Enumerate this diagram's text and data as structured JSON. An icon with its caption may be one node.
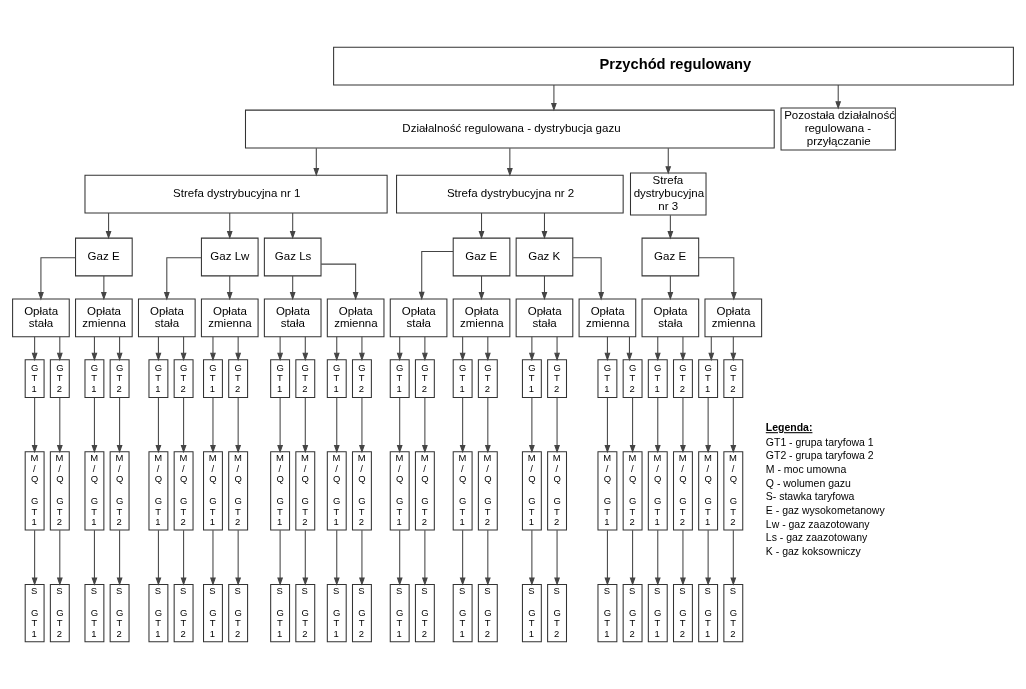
{
  "diagram": {
    "nodes": [
      {
        "text": [
          "Przychód regulowany"
        ]
      },
      {
        "text": [
          "Działalność regulowana - dystrybucja gazu"
        ]
      },
      {
        "text": [
          "Pozostała działalność regulowana - przyłączanie"
        ]
      },
      {
        "text": [
          "Strefa dystrybucyjna nr 1"
        ]
      },
      {
        "text": [
          "Strefa dystrybucyjna nr 2"
        ]
      },
      {
        "text": [
          "Strefa dystrybucyjna nr 3"
        ]
      },
      {
        "text": [
          "Gaz E"
        ]
      },
      {
        "text": [
          "Gaz Lw"
        ]
      },
      {
        "text": [
          "Gaz Ls"
        ]
      },
      {
        "text": [
          "Gaz E"
        ]
      },
      {
        "text": [
          "Gaz K"
        ]
      },
      {
        "text": [
          "Gaz E"
        ]
      },
      {
        "text": [
          "Opłata stała"
        ]
      },
      {
        "text": [
          "Opłata zmienna"
        ]
      },
      {
        "text": [
          "Opłata stała"
        ]
      },
      {
        "text": [
          "Opłata zmienna"
        ]
      },
      {
        "text": [
          "Opłata stała"
        ]
      },
      {
        "text": [
          "Opłata zmienna"
        ]
      },
      {
        "text": [
          "Opłata stała"
        ]
      },
      {
        "text": [
          "Opłata zmienna"
        ]
      },
      {
        "text": [
          "Opłata stała"
        ]
      },
      {
        "text": [
          "Opłata zmienna"
        ]
      },
      {
        "text": [
          "Opłata stała"
        ]
      },
      {
        "text": [
          "Opłata zmienna"
        ]
      },
      {
        "text": [
          "G T 1"
        ]
      },
      {
        "text": [
          "G T 2"
        ]
      },
      {
        "text": [
          "G T 1"
        ]
      },
      {
        "text": [
          "G T 2"
        ]
      },
      {
        "text": [
          "G T 1"
        ]
      },
      {
        "text": [
          "G T 2"
        ]
      },
      {
        "text": [
          "G T 1"
        ]
      },
      {
        "text": [
          "G T 2"
        ]
      },
      {
        "text": [
          "G T 1"
        ]
      },
      {
        "text": [
          "G T 2"
        ]
      },
      {
        "text": [
          "G T 1"
        ]
      },
      {
        "text": [
          "G T 2"
        ]
      },
      {
        "text": [
          "G T 1"
        ]
      },
      {
        "text": [
          "G T 2"
        ]
      },
      {
        "text": [
          "G T 1"
        ]
      },
      {
        "text": [
          "G T 2"
        ]
      },
      {
        "text": [
          "G T 1"
        ]
      },
      {
        "text": [
          "G T 2"
        ]
      },
      {
        "text": [
          "G T 1"
        ]
      },
      {
        "text": [
          "G T 2"
        ]
      },
      {
        "text": [
          "G T 1"
        ]
      },
      {
        "text": [
          "G T 2"
        ]
      },
      {
        "text": [
          "G T 1"
        ]
      },
      {
        "text": [
          "G T 2"
        ]
      },
      {
        "text": [
          "M / Q",
          "G T 1"
        ]
      },
      {
        "text": [
          "M / Q",
          "G T 2"
        ]
      },
      {
        "text": [
          "M / Q",
          "G T 1"
        ]
      },
      {
        "text": [
          "M / Q",
          "G T 2"
        ]
      },
      {
        "text": [
          "M / Q",
          "G T 1"
        ]
      },
      {
        "text": [
          "M / Q",
          "G T 2"
        ]
      },
      {
        "text": [
          "M / Q",
          "G T 1"
        ]
      },
      {
        "text": [
          "M / Q",
          "G T 2"
        ]
      },
      {
        "text": [
          "M / Q",
          "G T 1"
        ]
      },
      {
        "text": [
          "M / Q",
          "G T 2"
        ]
      },
      {
        "text": [
          "M / Q",
          "G T 1"
        ]
      },
      {
        "text": [
          "M / Q",
          "G T 2"
        ]
      },
      {
        "text": [
          "M / Q",
          "G T 1"
        ]
      },
      {
        "text": [
          "M / Q",
          "G T 2"
        ]
      },
      {
        "text": [
          "M / Q",
          "G T 1"
        ]
      },
      {
        "text": [
          "M / Q",
          "G T 2"
        ]
      },
      {
        "text": [
          "M / Q",
          "G T 1"
        ]
      },
      {
        "text": [
          "M / Q",
          "G T 2"
        ]
      },
      {
        "text": [
          "M / Q",
          "G T 1"
        ]
      },
      {
        "text": [
          "M / Q",
          "G T 2"
        ]
      },
      {
        "text": [
          "M / Q",
          "G T 1"
        ]
      },
      {
        "text": [
          "M / Q",
          "G T 2"
        ]
      },
      {
        "text": [
          "M / Q",
          "G T 1"
        ]
      },
      {
        "text": [
          "M / Q",
          "G T 2"
        ]
      },
      {
        "text": [
          "S",
          "G T 1"
        ]
      },
      {
        "text": [
          "S",
          "G T 2"
        ]
      },
      {
        "text": [
          "S",
          "G T 1"
        ]
      },
      {
        "text": [
          "S",
          "G T 2"
        ]
      },
      {
        "text": [
          "S",
          "G T 1"
        ]
      },
      {
        "text": [
          "S",
          "G T 2"
        ]
      },
      {
        "text": [
          "S",
          "G T 1"
        ]
      },
      {
        "text": [
          "S",
          "G T 2"
        ]
      },
      {
        "text": [
          "S",
          "G T 1"
        ]
      },
      {
        "text": [
          "S",
          "G T 2"
        ]
      },
      {
        "text": [
          "S",
          "G T 1"
        ]
      },
      {
        "text": [
          "S",
          "G T 2"
        ]
      },
      {
        "text": [
          "S",
          "G T 1"
        ]
      },
      {
        "text": [
          "S",
          "G T 2"
        ]
      },
      {
        "text": [
          "S",
          "G T 1"
        ]
      },
      {
        "text": [
          "S",
          "G T 2"
        ]
      },
      {
        "text": [
          "S",
          "G T 1"
        ]
      },
      {
        "text": [
          "S",
          "G T 2"
        ]
      },
      {
        "text": [
          "S",
          "G T 1"
        ]
      },
      {
        "text": [
          "S",
          "G T 2"
        ]
      },
      {
        "text": [
          "S",
          "G T 1"
        ]
      },
      {
        "text": [
          "S",
          "G T 2"
        ]
      },
      {
        "text": [
          "S",
          "G T 1"
        ]
      },
      {
        "text": [
          "S",
          "G T 2"
        ]
      }
    ],
    "edges": [
      {
        "from": 0,
        "to": 1,
        "arrow": "to"
      },
      {
        "from": 0,
        "to": 2,
        "arrow": "to"
      },
      {
        "from": 1,
        "to": 3,
        "arrow": "to"
      },
      {
        "from": 1,
        "to": 4,
        "arrow": "to"
      },
      {
        "from": 1,
        "to": 5,
        "arrow": "to"
      },
      {
        "from": 3,
        "to": 6,
        "arrow": "to"
      },
      {
        "from": 3,
        "to": 7,
        "arrow": "to"
      },
      {
        "from": 3,
        "to": 8,
        "arrow": "to"
      },
      {
        "from": 4,
        "to": 9,
        "arrow": "to"
      },
      {
        "from": 4,
        "to": 10,
        "arrow": "to"
      },
      {
        "from": 5,
        "to": 11,
        "arrow": "to"
      },
      {
        "from": 6,
        "to": 12,
        "arrow": "to"
      },
      {
        "from": 6,
        "to": 13,
        "arrow": "to"
      },
      {
        "from": 7,
        "to": 14,
        "arrow": "to"
      },
      {
        "from": 7,
        "to": 15,
        "arrow": "to"
      },
      {
        "from": 8,
        "to": 16,
        "arrow": "to"
      },
      {
        "from": 8,
        "to": 17,
        "arrow": "to"
      },
      {
        "from": 9,
        "to": 18,
        "arrow": "to"
      },
      {
        "from": 9,
        "to": 19,
        "arrow": "to"
      },
      {
        "from": 10,
        "to": 20,
        "arrow": "to"
      },
      {
        "from": 10,
        "to": 21,
        "arrow": "to"
      },
      {
        "from": 11,
        "to": 22,
        "arrow": "to"
      },
      {
        "from": 11,
        "to": 23,
        "arrow": "to"
      },
      {
        "from": 12,
        "to": 24,
        "arrow": "to"
      },
      {
        "from": 12,
        "to": 25,
        "arrow": "to"
      },
      {
        "from": 13,
        "to": 26,
        "arrow": "to"
      },
      {
        "from": 13,
        "to": 27,
        "arrow": "to"
      },
      {
        "from": 14,
        "to": 28,
        "arrow": "to"
      },
      {
        "from": 14,
        "to": 29,
        "arrow": "to"
      },
      {
        "from": 15,
        "to": 30,
        "arrow": "to"
      },
      {
        "from": 15,
        "to": 31,
        "arrow": "to"
      },
      {
        "from": 16,
        "to": 32,
        "arrow": "to"
      },
      {
        "from": 16,
        "to": 33,
        "arrow": "to"
      },
      {
        "from": 17,
        "to": 34,
        "arrow": "to"
      },
      {
        "from": 17,
        "to": 35,
        "arrow": "to"
      },
      {
        "from": 18,
        "to": 36,
        "arrow": "to"
      },
      {
        "from": 18,
        "to": 37,
        "arrow": "to"
      },
      {
        "from": 19,
        "to": 38,
        "arrow": "to"
      },
      {
        "from": 19,
        "to": 39,
        "arrow": "to"
      },
      {
        "from": 20,
        "to": 40,
        "arrow": "to"
      },
      {
        "from": 20,
        "to": 41,
        "arrow": "to"
      },
      {
        "from": 21,
        "to": 42,
        "arrow": "to"
      },
      {
        "from": 21,
        "to": 43,
        "arrow": "to"
      },
      {
        "from": 22,
        "to": 44,
        "arrow": "to"
      },
      {
        "from": 22,
        "to": 45,
        "arrow": "to"
      },
      {
        "from": 23,
        "to": 46,
        "arrow": "to"
      },
      {
        "from": 23,
        "to": 47,
        "arrow": "to"
      },
      {
        "from": 24,
        "to": 48,
        "arrow": "to"
      },
      {
        "from": 25,
        "to": 49,
        "arrow": "to"
      },
      {
        "from": 26,
        "to": 50,
        "arrow": "to"
      },
      {
        "from": 27,
        "to": 51,
        "arrow": "to"
      },
      {
        "from": 28,
        "to": 52,
        "arrow": "to"
      },
      {
        "from": 29,
        "to": 53,
        "arrow": "to"
      },
      {
        "from": 30,
        "to": 54,
        "arrow": "to"
      },
      {
        "from": 31,
        "to": 55,
        "arrow": "to"
      },
      {
        "from": 32,
        "to": 56,
        "arrow": "to"
      },
      {
        "from": 33,
        "to": 57,
        "arrow": "to"
      },
      {
        "from": 34,
        "to": 58,
        "arrow": "to"
      },
      {
        "from": 35,
        "to": 59,
        "arrow": "to"
      },
      {
        "from": 36,
        "to": 60,
        "arrow": "to"
      },
      {
        "from": 37,
        "to": 61,
        "arrow": "to"
      },
      {
        "from": 38,
        "to": 62,
        "arrow": "to"
      },
      {
        "from": 39,
        "to": 63,
        "arrow": "to"
      },
      {
        "from": 40,
        "to": 64,
        "arrow": "to"
      },
      {
        "from": 41,
        "to": 65,
        "arrow": "to"
      },
      {
        "from": 42,
        "to": 66,
        "arrow": "to"
      },
      {
        "from": 43,
        "to": 67,
        "arrow": "to"
      },
      {
        "from": 44,
        "to": 68,
        "arrow": "to"
      },
      {
        "from": 45,
        "to": 69,
        "arrow": "to"
      },
      {
        "from": 46,
        "to": 70,
        "arrow": "to"
      },
      {
        "from": 47,
        "to": 71,
        "arrow": "to"
      },
      {
        "from": 48,
        "to": 72,
        "arrow": "to"
      },
      {
        "from": 49,
        "to": 73,
        "arrow": "to"
      },
      {
        "from": 50,
        "to": 74,
        "arrow": "to"
      },
      {
        "from": 51,
        "to": 75,
        "arrow": "to"
      },
      {
        "from": 52,
        "to": 76,
        "arrow": "to"
      },
      {
        "from": 53,
        "to": 77,
        "arrow": "to"
      },
      {
        "from": 54,
        "to": 78,
        "arrow": "to"
      },
      {
        "from": 55,
        "to": 79,
        "arrow": "to"
      },
      {
        "from": 56,
        "to": 80,
        "arrow": "to"
      },
      {
        "from": 57,
        "to": 81,
        "arrow": "to"
      },
      {
        "from": 58,
        "to": 82,
        "arrow": "to"
      },
      {
        "from": 59,
        "to": 83,
        "arrow": "to"
      },
      {
        "from": 60,
        "to": 84,
        "arrow": "to"
      },
      {
        "from": 61,
        "to": 85,
        "arrow": "to"
      },
      {
        "from": 62,
        "to": 86,
        "arrow": "to"
      },
      {
        "from": 63,
        "to": 87,
        "arrow": "to"
      },
      {
        "from": 64,
        "to": 88,
        "arrow": "to"
      },
      {
        "from": 65,
        "to": 89,
        "arrow": "to"
      },
      {
        "from": 66,
        "to": 90,
        "arrow": "to"
      },
      {
        "from": 67,
        "to": 91,
        "arrow": "to"
      },
      {
        "from": 68,
        "to": 92,
        "arrow": "to"
      },
      {
        "from": 69,
        "to": 93,
        "arrow": "to"
      },
      {
        "from": 70,
        "to": 94,
        "arrow": "to"
      },
      {
        "from": 71,
        "to": 95,
        "arrow": "to"
      }
    ],
    "labels": [
      "Legenda:"
    ],
    "legend": [
      {
        "text": "GT1 - grupa taryfowa 1"
      },
      {
        "text": "GT2 - grupa taryfowa 2"
      },
      {
        "text": "M - moc umowna"
      },
      {
        "text": "Q - wolumen gazu"
      },
      {
        "text": "S- stawka taryfowa"
      },
      {
        "text": "E - gaz wysokometanowy"
      },
      {
        "text": "Lw - gaz zaazotowany"
      },
      {
        "text": "Ls - gaz zaazotowany"
      },
      {
        "text": "K - gaz koksowniczy"
      }
    ]
  }
}
